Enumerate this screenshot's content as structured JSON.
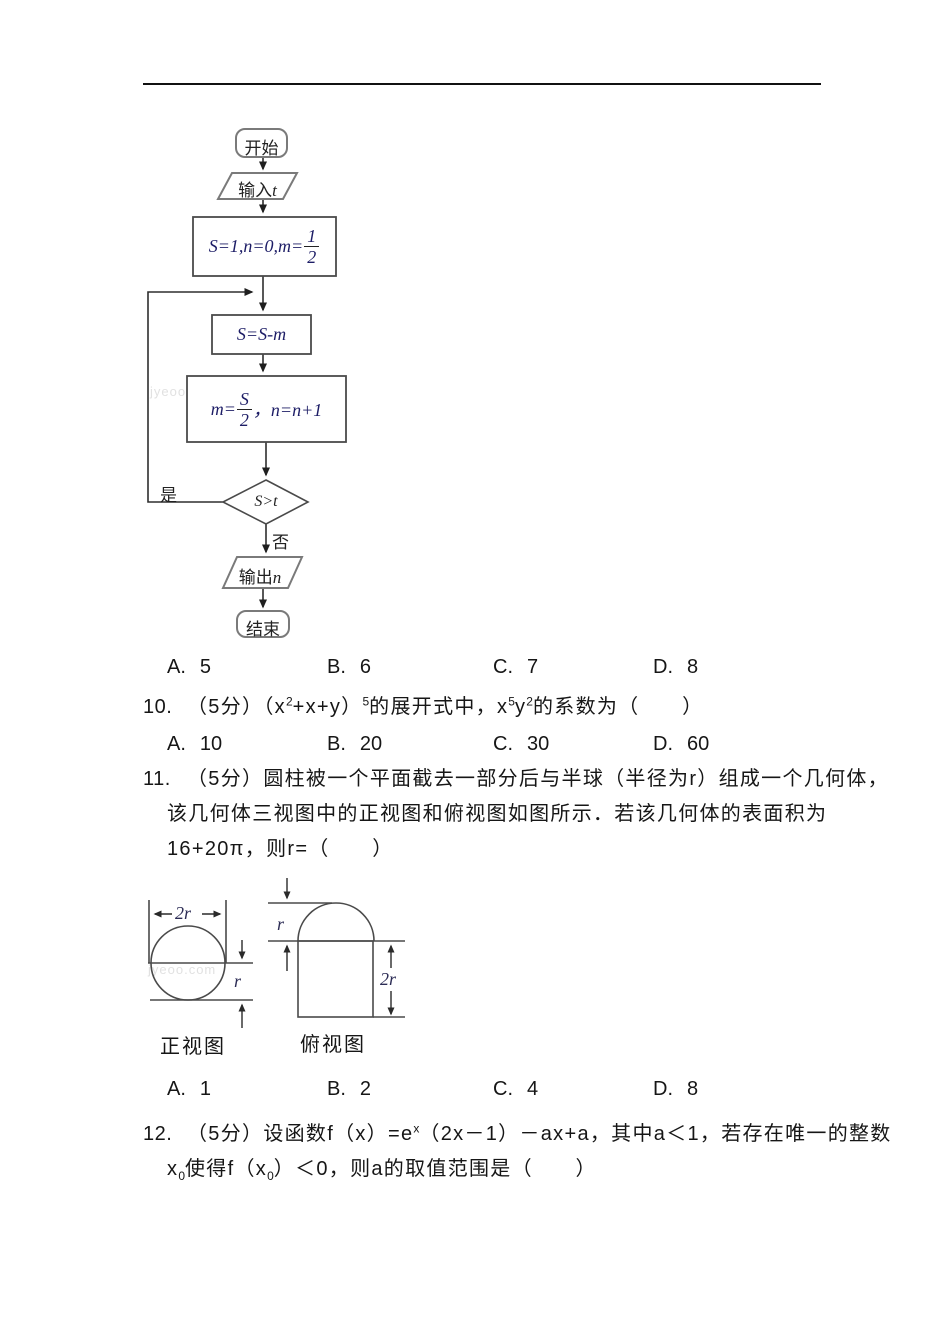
{
  "colors": {
    "ink": "#161616",
    "line": "#2e2e2e",
    "shape_border_gray": "#7a7a7a",
    "rect_border": "#4a4a4a"
  },
  "watermark": "jyeoo.com",
  "flowchart": {
    "start_label": "开始",
    "input_prefix": "输入",
    "input_var": "t",
    "init_prefix": "S=1,n=0,m=",
    "init_frac_num": "1",
    "init_frac_den": "2",
    "step_label": "S=S-m",
    "update_prefix": "m=",
    "update_frac_num": "S",
    "update_frac_den": "2",
    "update_suffix": "，n=n+1",
    "decision_label": "S>t",
    "yes_label": "是",
    "no_label": "否",
    "output_prefix": "输出",
    "output_var": "n",
    "end_label": "结束"
  },
  "questions": {
    "q9_options": [
      {
        "label": "A.",
        "value": "5"
      },
      {
        "label": "B.",
        "value": "6"
      },
      {
        "label": "C.",
        "value": "7"
      },
      {
        "label": "D.",
        "value": "8"
      }
    ],
    "q10": {
      "number": "10.",
      "segments": [
        {
          "text": "（5分）（x",
          "style": "normal"
        },
        {
          "text": "2",
          "style": "sup"
        },
        {
          "text": "+x+y）",
          "style": "normal"
        },
        {
          "text": "5",
          "style": "sup"
        },
        {
          "text": "的展开式中，x",
          "style": "normal"
        },
        {
          "text": "5",
          "style": "sup"
        },
        {
          "text": "y",
          "style": "normal"
        },
        {
          "text": "2",
          "style": "sup"
        },
        {
          "text": "的系数为（　　）",
          "style": "normal"
        }
      ],
      "options": [
        {
          "label": "A.",
          "value": "10"
        },
        {
          "label": "B.",
          "value": "20"
        },
        {
          "label": "C.",
          "value": "30"
        },
        {
          "label": "D.",
          "value": "60"
        }
      ]
    },
    "q11": {
      "number": "11.",
      "line1": "（5分）圆柱被一个平面截去一部分后与半球（半径为r）组成一个几何体，",
      "line2": "该几何体三视图中的正视图和俯视图如图所示．若该几何体的表面积为",
      "line3": "16+20π，则r=（　　）",
      "figure": {
        "front_view_label": "正视图",
        "top_view_label": "俯视图",
        "front_width_label": "2r",
        "front_gap_label": "r",
        "top_dome_label": "r",
        "top_height_label": "2r"
      },
      "options": [
        {
          "label": "A.",
          "value": "1"
        },
        {
          "label": "B.",
          "value": "2"
        },
        {
          "label": "C.",
          "value": "4"
        },
        {
          "label": "D.",
          "value": "8"
        }
      ]
    },
    "q12": {
      "number": "12.",
      "line1_segments": [
        {
          "text": "（5分）设函数f（x）=e",
          "style": "normal"
        },
        {
          "text": "x",
          "style": "sup"
        },
        {
          "text": "（2x－1）－ax+a，其中a＜1，若存在唯一的整数",
          "style": "normal"
        }
      ],
      "line2_segments": [
        {
          "text": "x",
          "style": "normal"
        },
        {
          "text": "0",
          "style": "sub"
        },
        {
          "text": "使得f（x",
          "style": "normal"
        },
        {
          "text": "0",
          "style": "sub"
        },
        {
          "text": "）＜0，则a的取值范围是（　　）",
          "style": "normal"
        }
      ]
    }
  }
}
